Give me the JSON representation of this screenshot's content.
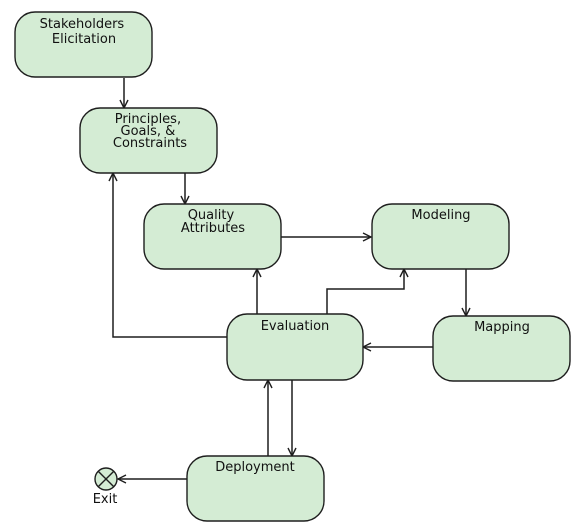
{
  "nodes": {
    "stakeholders": [
      "Stakeholders",
      "Elicitation"
    ],
    "principles": [
      "Principles,",
      "Goals, &",
      "Constraints"
    ],
    "quality": [
      "Quality",
      "Attributes"
    ],
    "modeling": [
      "Modeling"
    ],
    "mapping": [
      "Mapping"
    ],
    "evaluation": [
      "Evaluation"
    ],
    "deployment": [
      "Deployment"
    ]
  },
  "exit_label": "Exit",
  "colors": {
    "node_fill": "#d4ecd4",
    "stroke": "#1e1e1e"
  }
}
